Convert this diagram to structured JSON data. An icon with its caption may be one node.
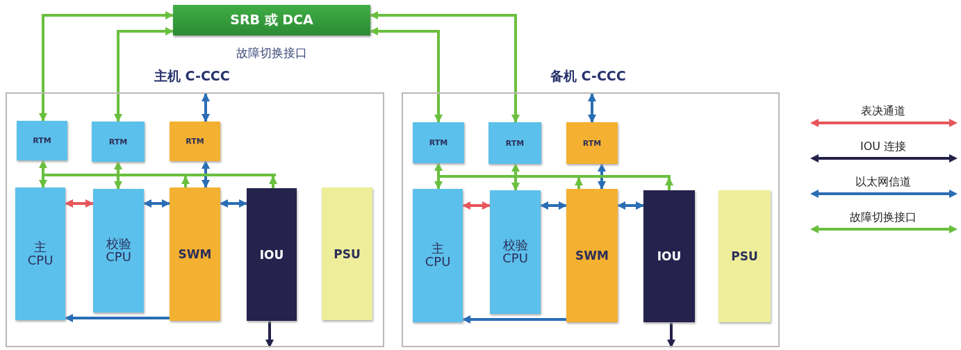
{
  "diagram": {
    "nodes": [
      {
        "text": [
          "SRB 或 DCA"
        ],
        "beside": [
          "故障切换接口"
        ]
      },
      {
        "text": [
          "主机 C-CCC"
        ]
      },
      {
        "text": [
          "RTM"
        ],
        "in": 1
      },
      {
        "text": [
          "RTM"
        ],
        "in": 1
      },
      {
        "text": [
          "RTM"
        ],
        "in": 1
      },
      {
        "text": [
          "主 CPU"
        ],
        "in": 1
      },
      {
        "text": [
          "校验 CPU"
        ],
        "in": 1
      },
      {
        "text": [
          "SWM"
        ],
        "in": 1
      },
      {
        "text": [
          "IOU"
        ],
        "in": 1
      },
      {
        "text": [
          "PSU"
        ],
        "in": 1
      },
      {
        "text": [
          "备机 C-CCC"
        ]
      },
      {
        "text": [
          "RTM"
        ],
        "in": 10
      },
      {
        "text": [
          "RTM"
        ],
        "in": 10
      },
      {
        "text": [
          "RTM"
        ],
        "in": 10
      },
      {
        "text": [
          "主 CPU"
        ],
        "in": 10
      },
      {
        "text": [
          "校验 CPU"
        ],
        "in": 10
      },
      {
        "text": [
          "SWM"
        ],
        "in": 10
      },
      {
        "text": [
          "IOU"
        ],
        "in": 10
      },
      {
        "text": [
          "PSU"
        ],
        "in": 10
      },
      {
        "text": [],
        "shape": "bar",
        "in": 1
      },
      {
        "text": [],
        "shape": "bar",
        "in": 10
      }
    ],
    "edges": [
      {
        "from": 0,
        "to": 2,
        "arrow": "both"
      },
      {
        "from": 0,
        "to": 3,
        "arrow": "both"
      },
      {
        "from": null,
        "to": 4,
        "arrow": "both",
        "color": "#2a6db5"
      },
      {
        "from": 2,
        "to": 5,
        "arrow": "both"
      },
      {
        "from": 3,
        "to": 6,
        "arrow": "both"
      },
      {
        "from": 7,
        "to": 19,
        "arrow": "to"
      },
      {
        "from": 8,
        "to": 19,
        "arrow": "to"
      },
      {
        "from": 4,
        "to": 7,
        "arrow": "both",
        "color": "#2a6db5"
      },
      {
        "from": 5,
        "to": 6,
        "arrow": "both",
        "color": "#e8555a"
      },
      {
        "from": 6,
        "to": 7,
        "arrow": "both",
        "color": "#2a6db5"
      },
      {
        "from": 7,
        "to": 8,
        "arrow": "both",
        "color": "#2a6db5"
      },
      {
        "from": 7,
        "to": 5,
        "arrow": "to",
        "color": "#2a6db5"
      },
      {
        "from": 8,
        "to": null,
        "arrow": "to",
        "color": "#23214a"
      },
      {
        "from": 0,
        "to": 11,
        "arrow": "both"
      },
      {
        "from": 0,
        "to": 12,
        "arrow": "both"
      },
      {
        "from": null,
        "to": 13,
        "arrow": "both",
        "color": "#2a6db5"
      },
      {
        "from": 11,
        "to": 14,
        "arrow": "both"
      },
      {
        "from": 12,
        "to": 15,
        "arrow": "both"
      },
      {
        "from": 16,
        "to": 20,
        "arrow": "to"
      },
      {
        "from": 17,
        "to": 20,
        "arrow": "to"
      },
      {
        "from": 13,
        "to": 16,
        "arrow": "both",
        "color": "#2a6db5"
      },
      {
        "from": 14,
        "to": 15,
        "arrow": "both",
        "color": "#e8555a"
      },
      {
        "from": 15,
        "to": 16,
        "arrow": "both",
        "color": "#2a6db5"
      },
      {
        "from": 16,
        "to": 17,
        "arrow": "both",
        "color": "#2a6db5"
      },
      {
        "from": 16,
        "to": 14,
        "arrow": "to",
        "color": "#2a6db5"
      },
      {
        "from": 17,
        "to": null,
        "arrow": "to",
        "color": "#23214a"
      }
    ],
    "legend": [
      {
        "text": "表决通道",
        "color": "#e8555a"
      },
      {
        "text": "IOU 连接",
        "color": "#23214a"
      },
      {
        "text": "以太网信道",
        "color": "#2a6db5"
      },
      {
        "text": "故障切换接口",
        "color": "#6abf3f"
      }
    ]
  }
}
